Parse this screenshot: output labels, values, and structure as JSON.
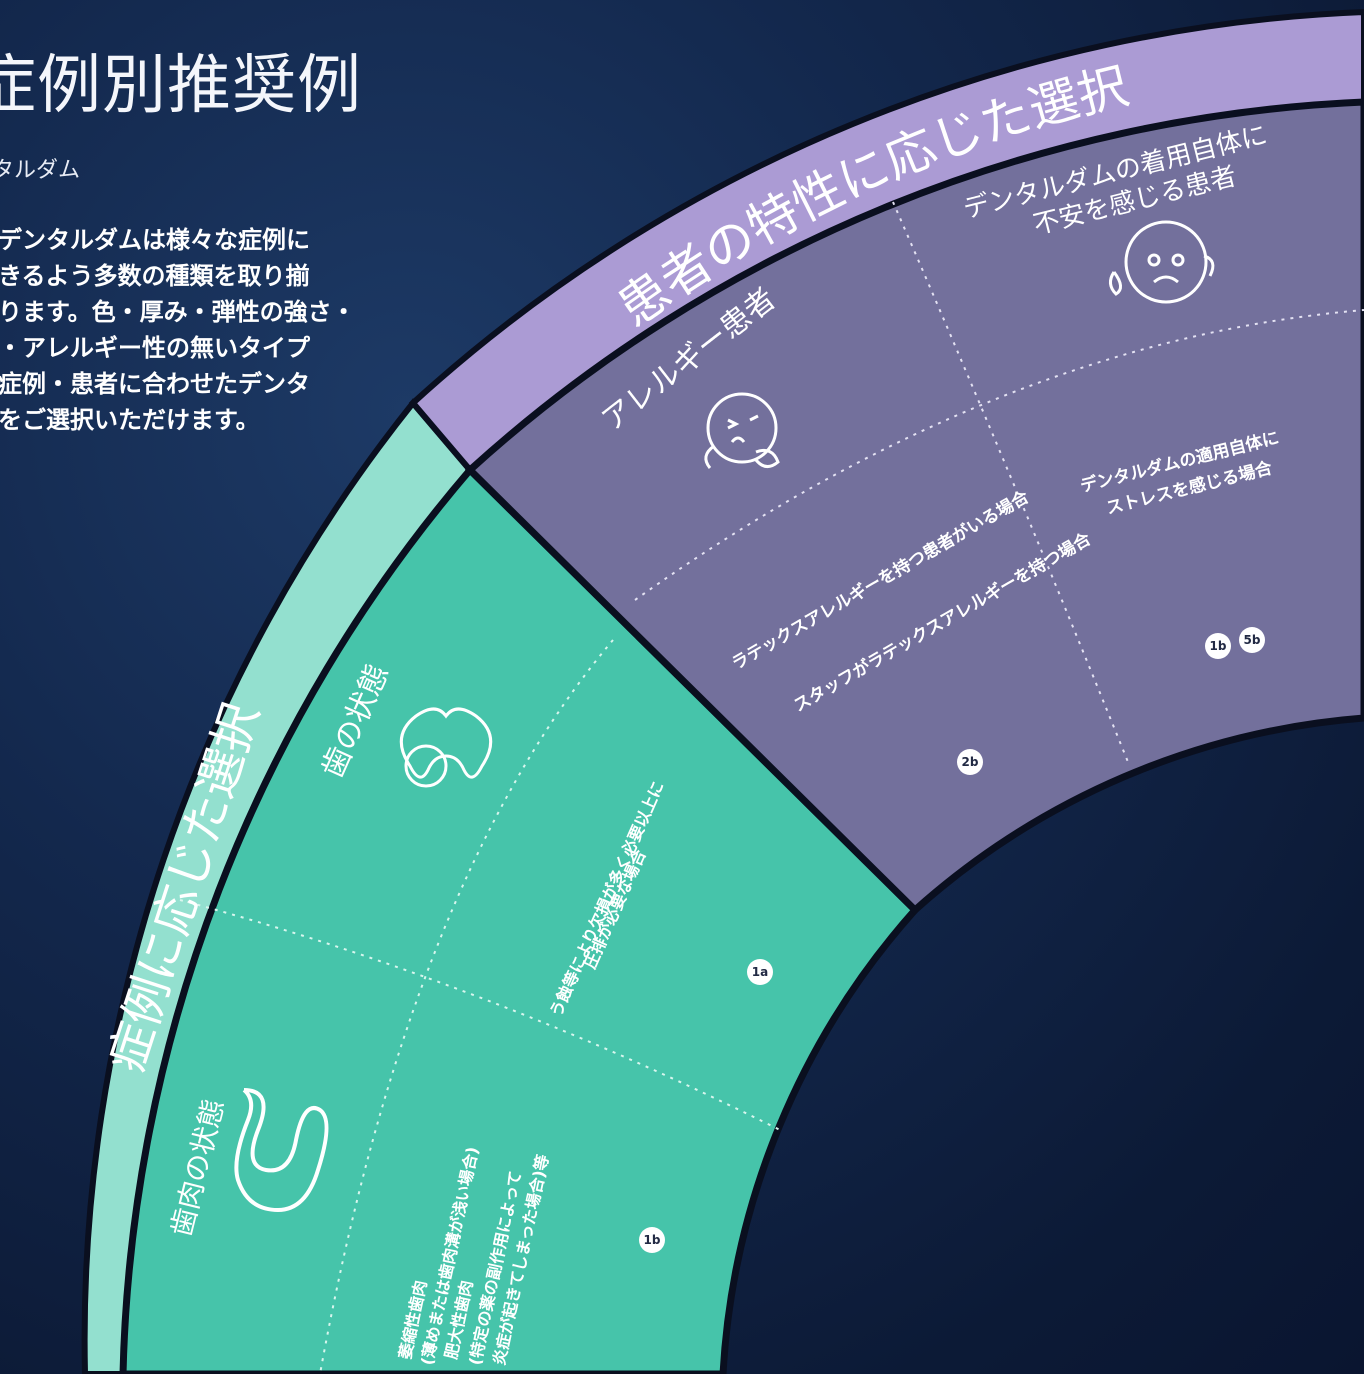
{
  "header": {
    "title": "症例別推奨例",
    "subtitle": "タルダム",
    "intro_lines": [
      "のデンタルダムは様々な症例に",
      "できるよう多数の種類を取り揃",
      "おります。色・厚み・弾性の強さ・",
      "ズ・アレルギー性の無いタイプ",
      "各症例・患者に合わせたデンタ",
      "ムをご選択いただけます。"
    ]
  },
  "diagram": {
    "patient_band_label": "患者の特性に応じた選択",
    "case_band_label": "症例に応じた選択",
    "patient_sections": [
      {
        "title": "アレルギー患者",
        "icon": "allergy-face-icon",
        "cases": [
          "ラテックスアレルギーを持つ患者がいる場合",
          "スタッフがラテックスアレルギーを持つ場合"
        ],
        "badges": [
          "2b"
        ]
      },
      {
        "title_lines": [
          "デンタルダムの着用自体に",
          "不安を感じる患者"
        ],
        "icon": "anxious-face-icon",
        "cases": [
          "デンタルダムの適用自体に",
          "ストレスを感じる場合"
        ],
        "badges": [
          "1b",
          "5b"
        ]
      }
    ],
    "case_sections": [
      {
        "title": "歯の状態",
        "icon": "tooth-icon",
        "cases": [
          "う蝕等により欠損が多く必要以上に",
          "圧排が必要な場合"
        ],
        "badges": [
          "1a"
        ]
      },
      {
        "title": "歯肉の状態",
        "icon": "gum-icon",
        "cases": [
          "萎縮性歯肉",
          "(薄めまたは歯肉溝が浅い場合)",
          "肥大性歯肉",
          "(特定の薬の副作用によって",
          "炎症が起きてしまった場合)等"
        ],
        "badges": [
          "1b"
        ]
      }
    ]
  },
  "colors": {
    "background": "#10244a",
    "patient_band": "#ab9bd4",
    "patient_panel": "#73709c",
    "case_band": "#93e0cf",
    "case_panel": "#46c4aa",
    "divider": "#0a0f1f"
  }
}
